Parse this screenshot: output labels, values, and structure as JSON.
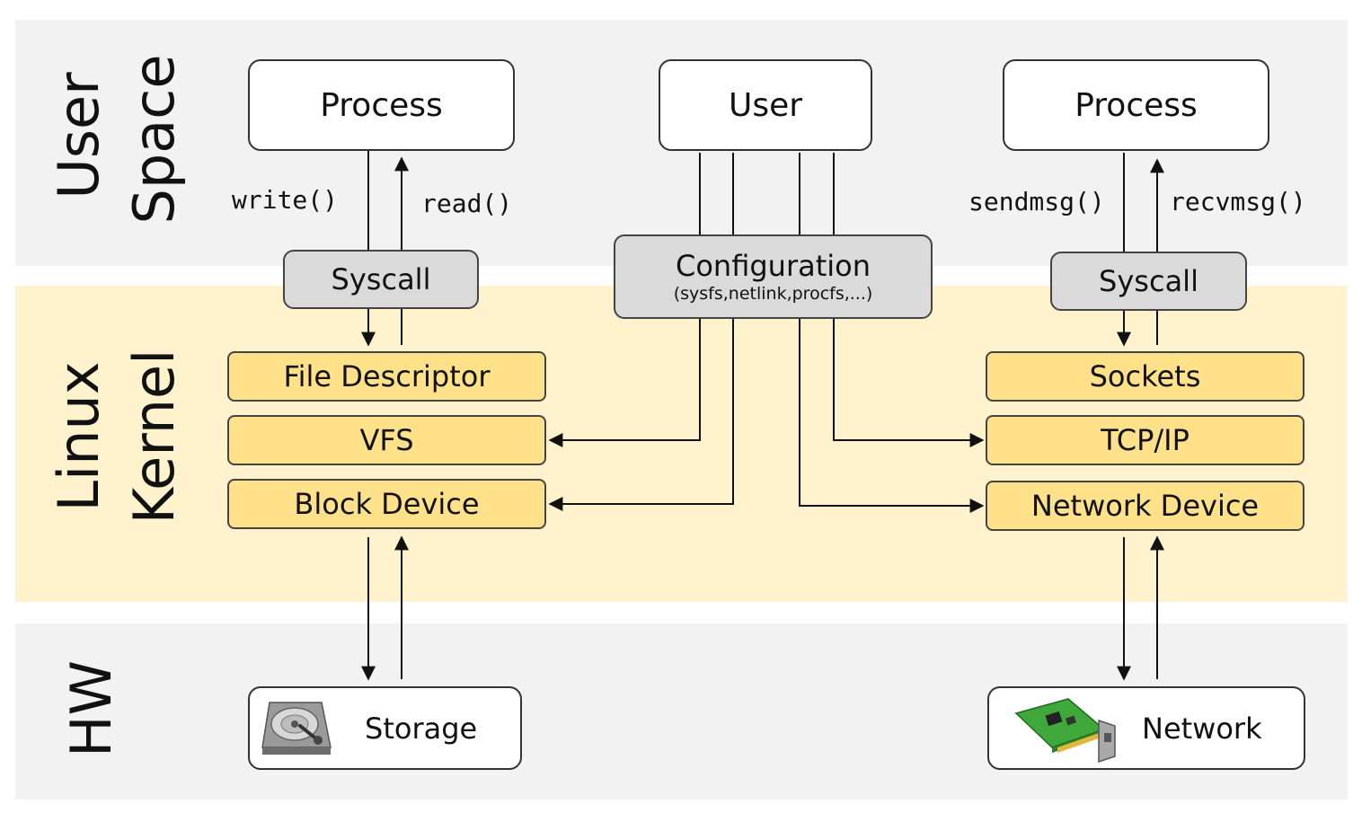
{
  "layers": {
    "user": "User\nSpace",
    "user_line1": "User",
    "user_line2": "Space",
    "kernel_line1": "Linux",
    "kernel_line2": "Kernel",
    "hw": "HW"
  },
  "user_space": {
    "left_process": "Process",
    "user": "User",
    "right_process": "Process"
  },
  "calls": {
    "write": "write()",
    "read": "read()",
    "sendmsg": "sendmsg()",
    "recvmsg": "recvmsg()"
  },
  "syscall_left": "Syscall",
  "syscall_right": "Syscall",
  "configuration": {
    "title": "Configuration",
    "subtitle": "(sysfs,netlink,procfs,...)"
  },
  "kernel_left": [
    "File Descriptor",
    "VFS",
    "Block Device"
  ],
  "kernel_right": [
    "Sockets",
    "TCP/IP",
    "Network Device"
  ],
  "hardware": {
    "storage": "Storage",
    "network": "Network"
  },
  "icons": {
    "storage": "hard-disk-icon",
    "network": "network-card-icon"
  },
  "colors": {
    "user_band": "#f2f2f2",
    "kernel_band": "#fff2cc",
    "kernel_box": "#ffe18a",
    "syscall_box": "#dadada"
  }
}
